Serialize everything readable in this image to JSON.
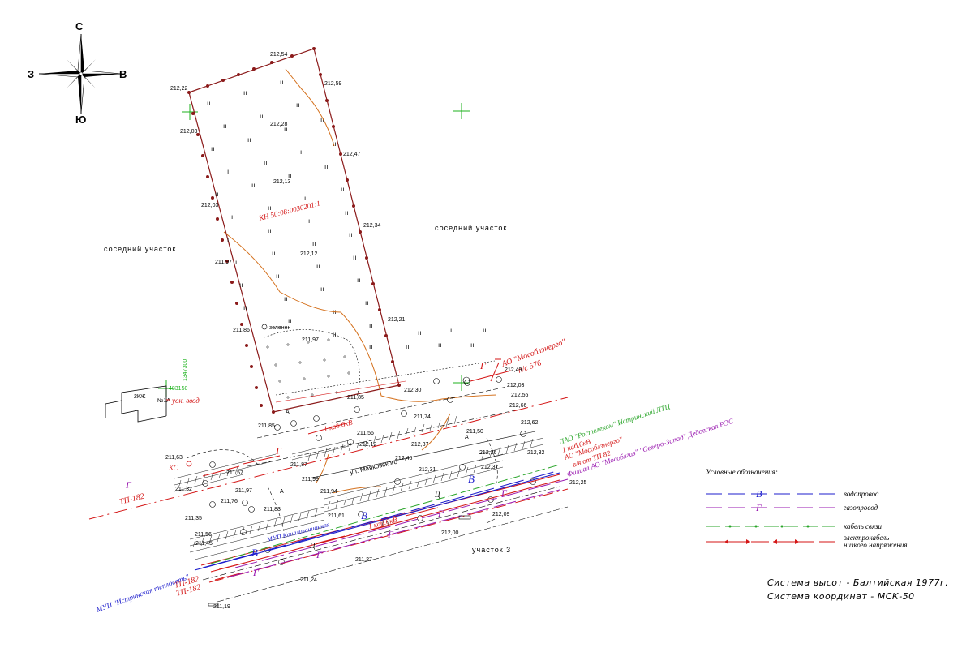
{
  "compass": {
    "north": "С",
    "south": "Ю",
    "west": "З",
    "east": "В"
  },
  "labels": {
    "neighbor_left": "соседний участок",
    "neighbor_right": "соседний участок",
    "plot3": "участок 3",
    "cadastral": "КН 50:08:0030201:1",
    "street": "ул. Маяковского",
    "greenery": "зеленен",
    "house_num": "№1А",
    "house_type": "2КЖ",
    "entry": "уок. ввод",
    "coord_x": "1347300",
    "coord_y": "483150"
  },
  "utility_labels": {
    "mosoblenergo_top": "АО \"Мособлэнерго\"",
    "ps576": "п/с 576",
    "kab_top": "1 каб.6кВ",
    "kab_mid": "1 каб.6кВ",
    "rostelecom": "ПАО \"Ростелеком\" Истринский ЛТЦ",
    "kab_right": "1 каб.6кВ",
    "mosoblenergo_right": "АО \"Мособлэнерго\"",
    "tp82": "в/в от ТП 82",
    "mosoblgaz": "Филиал АО \"Мособлгаз\" \"Северо-Запад\" Дедовская РЭС",
    "tp182_left": "ТП-182",
    "tp182_a": "ТП-182",
    "tp182_b": "ТП-182",
    "teploset": "МУП \"Истринская теплосеть\"",
    "kanal": "МУП Канализационная",
    "ks": "КС",
    "g_symbol": "Г",
    "v_symbol": "В",
    "ts_symbol": "Ц"
  },
  "elevations": [
    {
      "id": "e1",
      "v": "212,22"
    },
    {
      "id": "e2",
      "v": "212,54"
    },
    {
      "id": "e3",
      "v": "212,59"
    },
    {
      "id": "e4",
      "v": "212,03"
    },
    {
      "id": "e5",
      "v": "212,28"
    },
    {
      "id": "e6",
      "v": "212,47"
    },
    {
      "id": "e7",
      "v": "212,13"
    },
    {
      "id": "e8",
      "v": "212,03"
    },
    {
      "id": "e9",
      "v": "212,34"
    },
    {
      "id": "e10",
      "v": "211,97"
    },
    {
      "id": "e11",
      "v": "212,12"
    },
    {
      "id": "e12",
      "v": "212,21"
    },
    {
      "id": "e13",
      "v": "211,86"
    },
    {
      "id": "e14",
      "v": "211,97"
    },
    {
      "id": "e15",
      "v": "212,49"
    },
    {
      "id": "e16",
      "v": "212,30"
    },
    {
      "id": "e17",
      "v": "211,85"
    },
    {
      "id": "e18",
      "v": "212,03"
    },
    {
      "id": "e19",
      "v": "212,66"
    },
    {
      "id": "e20",
      "v": "211,85"
    },
    {
      "id": "e21",
      "v": "211,74"
    },
    {
      "id": "e22",
      "v": "211,56"
    },
    {
      "id": "e23",
      "v": "212,12"
    },
    {
      "id": "e24",
      "v": "212,37"
    },
    {
      "id": "e25",
      "v": "211,63"
    },
    {
      "id": "e26",
      "v": "211,57"
    },
    {
      "id": "e27",
      "v": "211,97"
    },
    {
      "id": "e28",
      "v": "211,87"
    },
    {
      "id": "e29",
      "v": "211,99"
    },
    {
      "id": "e30",
      "v": "211,32"
    },
    {
      "id": "e31",
      "v": "211,76"
    },
    {
      "id": "e32",
      "v": "211,35"
    },
    {
      "id": "e33",
      "v": "211,83"
    },
    {
      "id": "e34",
      "v": "211,94"
    },
    {
      "id": "e35",
      "v": "212,45"
    },
    {
      "id": "e36",
      "v": "212,31"
    },
    {
      "id": "e37",
      "v": "212,36"
    },
    {
      "id": "e38",
      "v": "212,62"
    },
    {
      "id": "e39",
      "v": "212,37"
    },
    {
      "id": "e40",
      "v": "212,32"
    },
    {
      "id": "e41",
      "v": "211,56"
    },
    {
      "id": "e42",
      "v": "211,45"
    },
    {
      "id": "e43",
      "v": "211,61"
    },
    {
      "id": "e44",
      "v": "212,09"
    },
    {
      "id": "e45",
      "v": "212,25"
    },
    {
      "id": "e46",
      "v": "212,00"
    },
    {
      "id": "e47",
      "v": "211,27"
    },
    {
      "id": "e48",
      "v": "211,24"
    },
    {
      "id": "e49",
      "v": "211,19"
    },
    {
      "id": "e50",
      "v": "212,56"
    },
    {
      "id": "e51",
      "v": "211,50"
    }
  ],
  "legend": {
    "title": "Условные обозначения:",
    "items": [
      {
        "label": "водопровод",
        "symbol": "В",
        "color": "#1c1ccc"
      },
      {
        "label": "газопровод",
        "symbol": "Г",
        "color": "#9a1ab0"
      },
      {
        "label": "кабель связи",
        "symbol": "",
        "color": "#2aa52a"
      },
      {
        "label": "электрокабель",
        "label2": "низкого напряжения",
        "symbol": "",
        "color": "#d41616"
      }
    ]
  },
  "system": {
    "heights": "Система высот - Балтийская 1977г.",
    "coords": "Система координат - МСК-50"
  },
  "colors": {
    "boundary": "#8b1a1a",
    "water": "#1c1ccc",
    "gas": "#9a1ab0",
    "comm": "#2aa52a",
    "power": "#d41616",
    "utility": "#d4701c",
    "grid_cross": "#1db21d"
  }
}
